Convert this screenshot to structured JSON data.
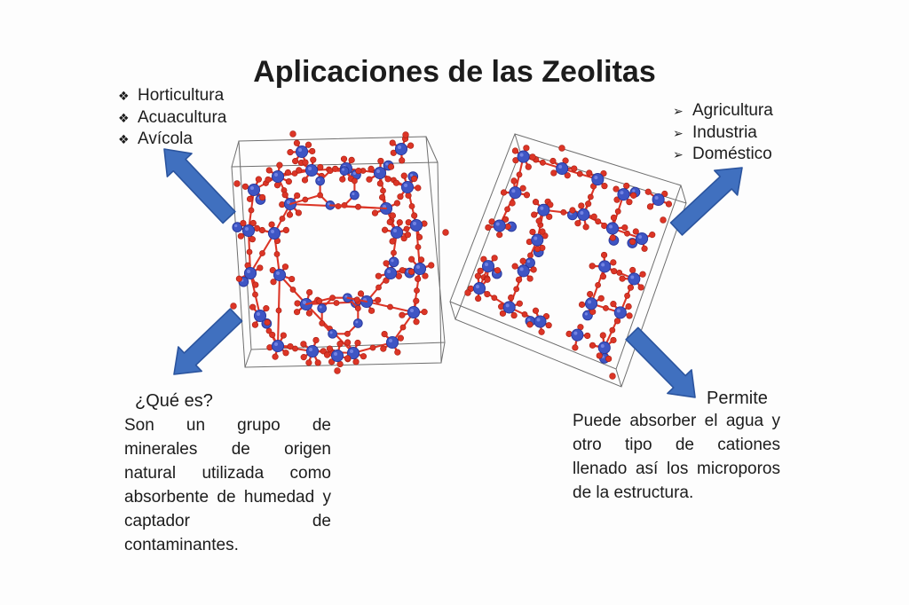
{
  "slide": {
    "title": "Aplicaciones de las Zeolitas",
    "left_list": {
      "bullet_char": "❖",
      "items": [
        {
          "label": "Horticultura"
        },
        {
          "label": "Acuacultura"
        },
        {
          "label": "Avícola"
        }
      ]
    },
    "right_list": {
      "bullet_char": "➢",
      "items": [
        {
          "label": "Agricultura"
        },
        {
          "label": "Industria"
        },
        {
          "label": "Doméstico"
        }
      ]
    },
    "what_is": {
      "heading": "¿Qué es?",
      "lines": [
        "Son un grupo de",
        "minerales de origen",
        "natural utilizada como",
        "absorbente de humedad y",
        "captador de",
        "contaminantes."
      ]
    },
    "permits": {
      "heading": "Permite",
      "lines": [
        "Puede absorber el agua y",
        "otro tipo de cationes",
        "llenado así los microporos",
        "de la estructura."
      ]
    },
    "figures": {
      "left_structure": "zeolite-crystal-structure-front-view",
      "right_structure": "zeolite-crystal-structure-tilted-view",
      "arrows": [
        "arrow-up-left",
        "arrow-down-left",
        "arrow-up-right",
        "arrow-down-right"
      ]
    },
    "colors": {
      "background": "#fdfdfd",
      "text": "#1c1c1c",
      "arrow_fill": "#4070bf",
      "arrow_stroke": "#2b549e",
      "atom_blue": "#3e55c4",
      "atom_blue_dark": "#27369b",
      "atom_blue_light": "#7d8ce8",
      "atom_red": "#dc3526",
      "atom_red_dark": "#a81e12",
      "box_line": "#6f6f6f"
    }
  }
}
